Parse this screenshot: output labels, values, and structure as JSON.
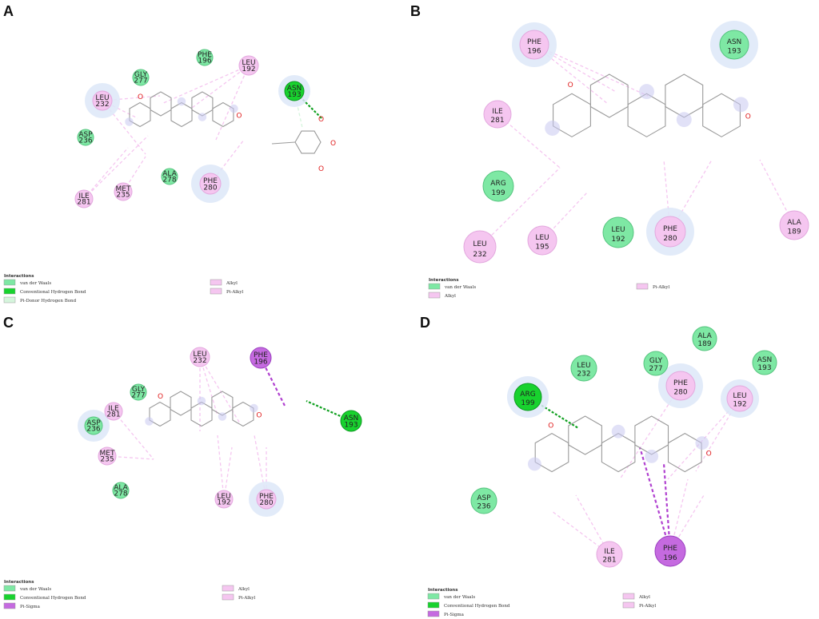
{
  "colors": {
    "vdw": "#7ee8a4",
    "hbond": "#18d22e",
    "pidonor": "#d5f5dc",
    "alkyl": "#f5c6f0",
    "pisigma": "#c56ae0",
    "halo": "#dde8f8",
    "bond": "#9a9a9a",
    "oxygen": "#e02020",
    "hbond_line": "#10a020",
    "alkyl_line": "#f0a0e8",
    "pisigma_line": "#b040d0"
  },
  "panels": [
    {
      "label": "A",
      "legend": {
        "title": "Interactions",
        "items": [
          {
            "type": "vdw",
            "text": "van der Waals"
          },
          {
            "type": "hbond",
            "text": "Conventional Hydrogen Bond"
          },
          {
            "type": "pidonor",
            "text": "Pi-Donor Hydrogen Bond"
          },
          {
            "type": "alkyl",
            "text": "Alkyl"
          },
          {
            "type": "alkyl",
            "text": "Pi-Alkyl"
          }
        ]
      },
      "residues": [
        {
          "name": "PHE",
          "num": "196",
          "type": "vdw"
        },
        {
          "name": "GLY",
          "num": "277",
          "type": "vdw"
        },
        {
          "name": "LEU",
          "num": "232",
          "type": "alkyl"
        },
        {
          "name": "LEU",
          "num": "192",
          "type": "alkyl"
        },
        {
          "name": "ASN",
          "num": "193",
          "type": "hbond"
        },
        {
          "name": "ASP",
          "num": "236",
          "type": "vdw"
        },
        {
          "name": "ALA",
          "num": "278",
          "type": "vdw"
        },
        {
          "name": "PHE",
          "num": "280",
          "type": "alkyl"
        },
        {
          "name": "ILE",
          "num": "281",
          "type": "alkyl"
        },
        {
          "name": "MET",
          "num": "235",
          "type": "alkyl"
        }
      ]
    },
    {
      "label": "B",
      "legend": {
        "title": "Interactions",
        "items": [
          {
            "type": "vdw",
            "text": "van der Waals"
          },
          {
            "type": "alkyl",
            "text": "Alkyl"
          },
          {
            "type": "alkyl",
            "text": "Pi-Alkyl"
          }
        ]
      },
      "residues": [
        {
          "name": "PHE",
          "num": "196",
          "type": "alkyl"
        },
        {
          "name": "ASN",
          "num": "193",
          "type": "vdw"
        },
        {
          "name": "ILE",
          "num": "281",
          "type": "alkyl"
        },
        {
          "name": "ARG",
          "num": "199",
          "type": "vdw"
        },
        {
          "name": "LEU",
          "num": "192",
          "type": "vdw"
        },
        {
          "name": "PHE",
          "num": "280",
          "type": "alkyl"
        },
        {
          "name": "ALA",
          "num": "189",
          "type": "alkyl"
        },
        {
          "name": "LEU",
          "num": "232",
          "type": "alkyl"
        },
        {
          "name": "LEU",
          "num": "195",
          "type": "alkyl"
        }
      ]
    },
    {
      "label": "C",
      "legend": {
        "title": "Interactions",
        "items": [
          {
            "type": "vdw",
            "text": "van der Waals"
          },
          {
            "type": "hbond",
            "text": "Conventional Hydrogen Bond"
          },
          {
            "type": "pisigma",
            "text": "Pi-Sigma"
          },
          {
            "type": "alkyl",
            "text": "Alkyl"
          },
          {
            "type": "alkyl",
            "text": "Pi-Alkyl"
          }
        ]
      },
      "residues": [
        {
          "name": "LEU",
          "num": "232",
          "type": "alkyl"
        },
        {
          "name": "PHE",
          "num": "196",
          "type": "pisigma"
        },
        {
          "name": "GLY",
          "num": "277",
          "type": "vdw"
        },
        {
          "name": "ILE",
          "num": "281",
          "type": "alkyl"
        },
        {
          "name": "ASP",
          "num": "236",
          "type": "vdw"
        },
        {
          "name": "MET",
          "num": "235",
          "type": "alkyl"
        },
        {
          "name": "ALA",
          "num": "278",
          "type": "vdw"
        },
        {
          "name": "LEU",
          "num": "192",
          "type": "alkyl"
        },
        {
          "name": "PHE",
          "num": "280",
          "type": "alkyl"
        },
        {
          "name": "ASN",
          "num": "193",
          "type": "hbond"
        }
      ]
    },
    {
      "label": "D",
      "legend": {
        "title": "Interactions",
        "items": [
          {
            "type": "vdw",
            "text": "van der Waals"
          },
          {
            "type": "hbond",
            "text": "Conventional Hydrogen Bond"
          },
          {
            "type": "pisigma",
            "text": "Pi-Sigma"
          },
          {
            "type": "alkyl",
            "text": "Alkyl"
          },
          {
            "type": "alkyl",
            "text": "Pi-Alkyl"
          }
        ]
      },
      "residues": [
        {
          "name": "ALA",
          "num": "189",
          "type": "vdw"
        },
        {
          "name": "LEU",
          "num": "232",
          "type": "vdw"
        },
        {
          "name": "GLY",
          "num": "277",
          "type": "vdw"
        },
        {
          "name": "ASN",
          "num": "193",
          "type": "vdw"
        },
        {
          "name": "ARG",
          "num": "199",
          "type": "hbond"
        },
        {
          "name": "PHE",
          "num": "280",
          "type": "alkyl"
        },
        {
          "name": "LEU",
          "num": "192",
          "type": "alkyl"
        },
        {
          "name": "ASP",
          "num": "236",
          "type": "vdw"
        },
        {
          "name": "ILE",
          "num": "281",
          "type": "alkyl"
        },
        {
          "name": "PHE",
          "num": "196",
          "type": "pisigma"
        }
      ]
    }
  ]
}
